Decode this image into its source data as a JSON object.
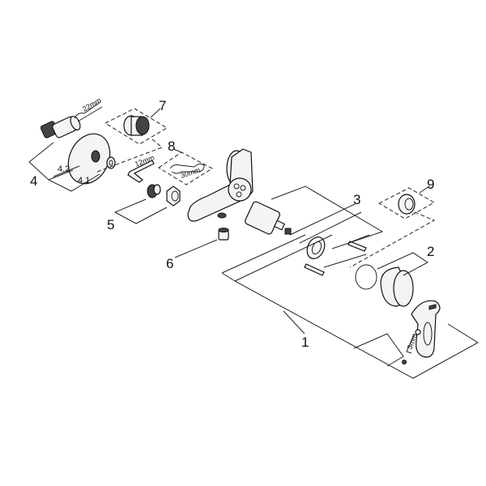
{
  "diagram": {
    "callouts": {
      "p1": "1",
      "p2": "2",
      "p3": "3",
      "p4": "4",
      "p4_1": "4.1",
      "p4_2": "4.2",
      "p5": "5",
      "p6": "6",
      "p7": "7",
      "p8": "8",
      "p9": "9"
    },
    "tool_sizes": {
      "wrench_22": "22mm",
      "hex_key_12": "12mm",
      "wrench_30": "30mm",
      "hex_key_3": "3mm"
    },
    "line_color": "#222222"
  }
}
